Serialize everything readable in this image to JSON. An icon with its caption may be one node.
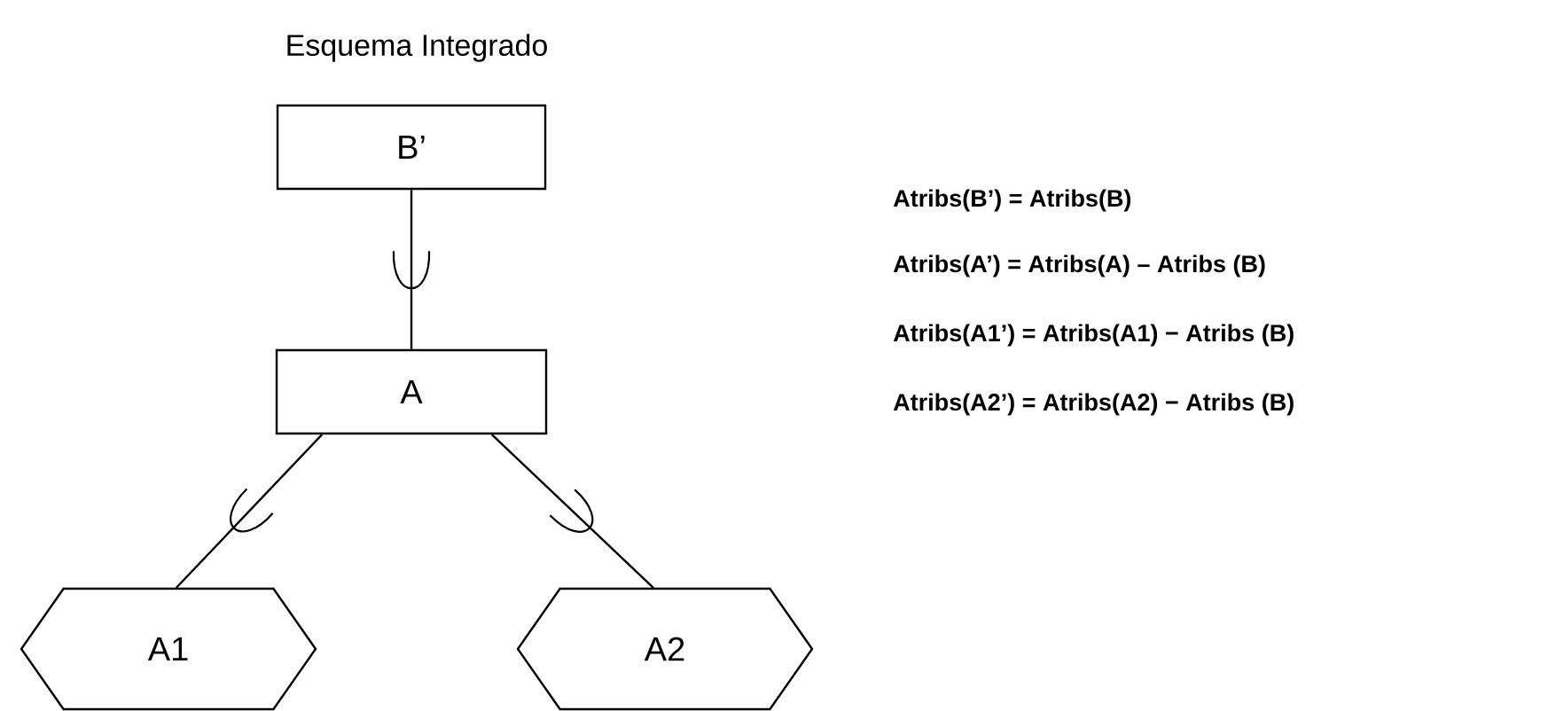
{
  "diagram": {
    "title": "Esquema Integrado",
    "nodes": [
      {
        "text": [
          "B’"
        ]
      },
      {
        "text": [
          "A"
        ]
      },
      {
        "text": [
          "A1"
        ]
      },
      {
        "text": [
          "A2"
        ]
      }
    ],
    "edges": [
      {
        "from": 0,
        "to": 1,
        "arrow": "none"
      },
      {
        "from": 1,
        "to": 2,
        "arrow": "none"
      },
      {
        "from": 1,
        "to": 3,
        "arrow": "none"
      }
    ],
    "labels": [
      "Atribs(B’) = Atribs(B)",
      "Atribs(A’) = Atribs(A) – Atribs (B)",
      "Atribs(A1’) = Atribs(A1) − Atribs (B)",
      "Atribs(A2’) = Atribs(A2) − Atribs (B)"
    ]
  }
}
